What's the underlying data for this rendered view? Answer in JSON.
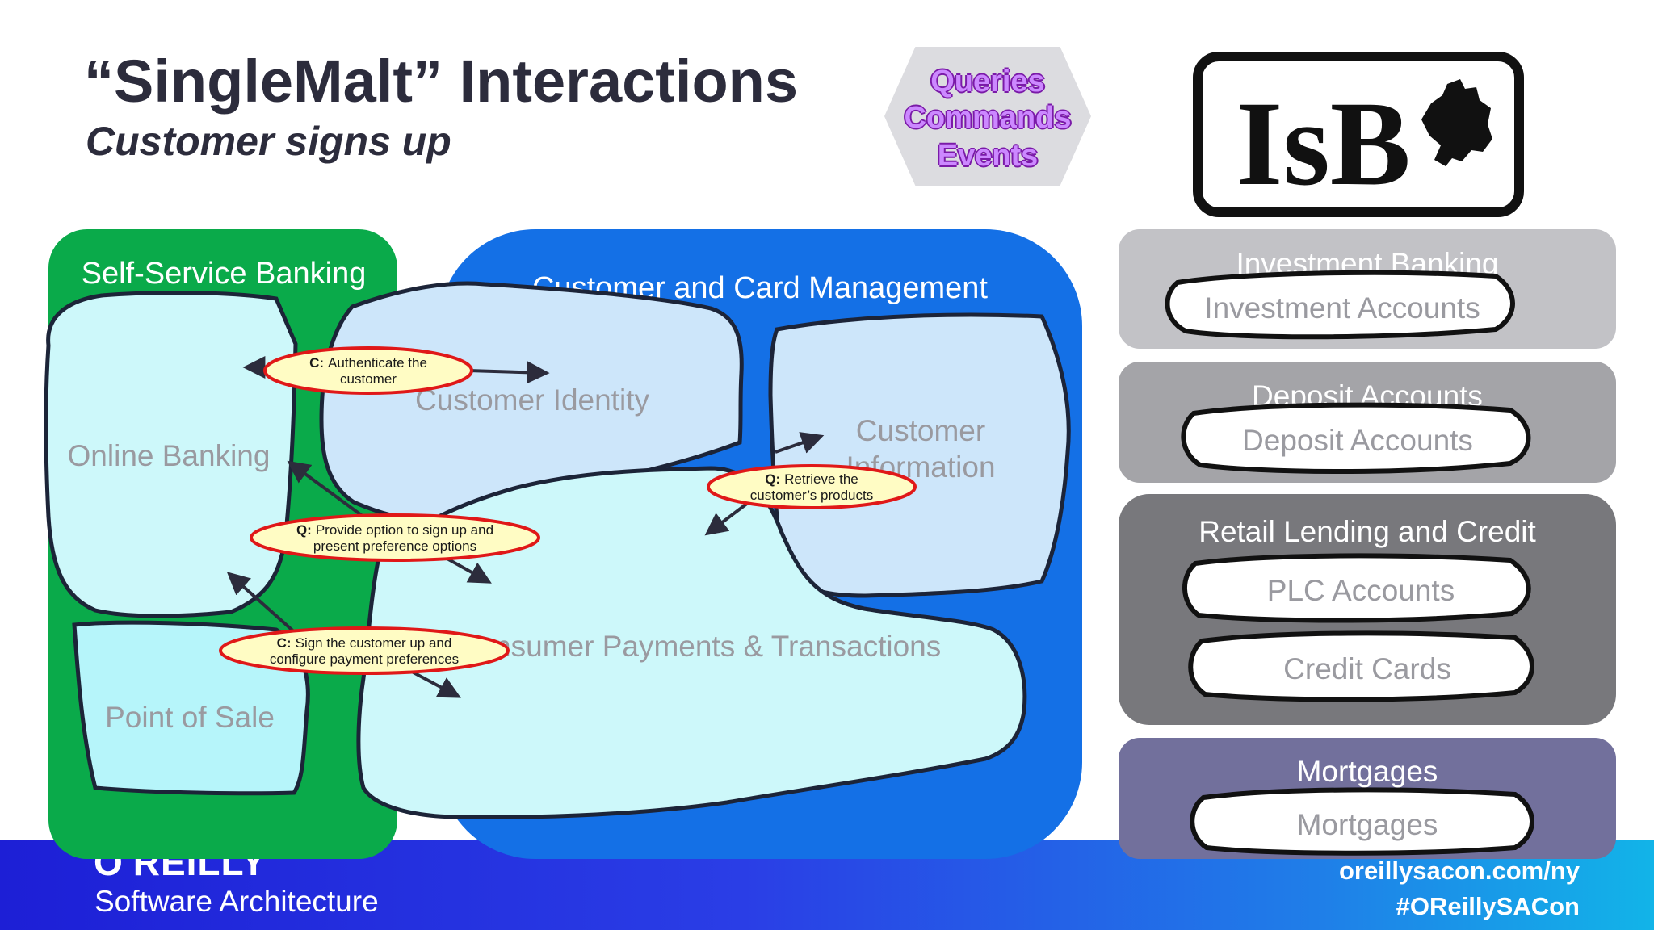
{
  "slide": {
    "title": "“SingleMalt” Interactions",
    "subtitle": "Customer signs up"
  },
  "badge": {
    "queries": "Queries",
    "commands": "Commands",
    "events": "Events"
  },
  "logo": {
    "text": "IsB"
  },
  "domains": {
    "self_service": {
      "title": "Self-Service Banking",
      "online_banking": "Online Banking",
      "point_of_sale": "Point of Sale"
    },
    "customer_card": {
      "title": "Customer and Card Management",
      "customer_identity": "Customer Identity",
      "customer_information": [
        "Customer",
        "Information"
      ],
      "consumer_payments": "Consumer Payments & Transactions"
    },
    "investment_banking": {
      "title": "Investment Banking",
      "items": [
        "Investment Accounts"
      ]
    },
    "deposit_accounts": {
      "title": "Deposit Accounts",
      "items": [
        "Deposit Accounts"
      ]
    },
    "retail_lending": {
      "title": "Retail Lending and Credit",
      "items": [
        "PLC Accounts",
        "Credit Cards"
      ]
    },
    "mortgages": {
      "title": "Mortgages",
      "items": [
        "Mortgages"
      ]
    }
  },
  "interactions": [
    {
      "kind": "C:",
      "lines": [
        "Authenticate the",
        "customer"
      ]
    },
    {
      "kind": "Q:",
      "lines": [
        "Retrieve the",
        "customer’s products"
      ]
    },
    {
      "kind": "Q:",
      "lines": [
        "Provide option to sign up and",
        "present preference options"
      ]
    },
    {
      "kind": "C:",
      "lines": [
        "Sign the customer up and",
        "configure payment preferences"
      ]
    }
  ],
  "footer": {
    "brand": "O'REILLY",
    "brand_sub": "Software Architecture",
    "url": "oreillysacon.com/ny",
    "hashtag": "#OReillySACon"
  },
  "colors": {
    "self_service_green": "#0aaa4a",
    "customer_blue": "#1470e6",
    "grey_light": "#c2c2c6",
    "grey_mid": "#a4a4a8",
    "grey_dark": "#78787c",
    "mortgage_purple": "#72709c",
    "bubble_fill": "#fffcc4",
    "bubble_border": "#e01818",
    "badge_text": "#cc88ff"
  }
}
